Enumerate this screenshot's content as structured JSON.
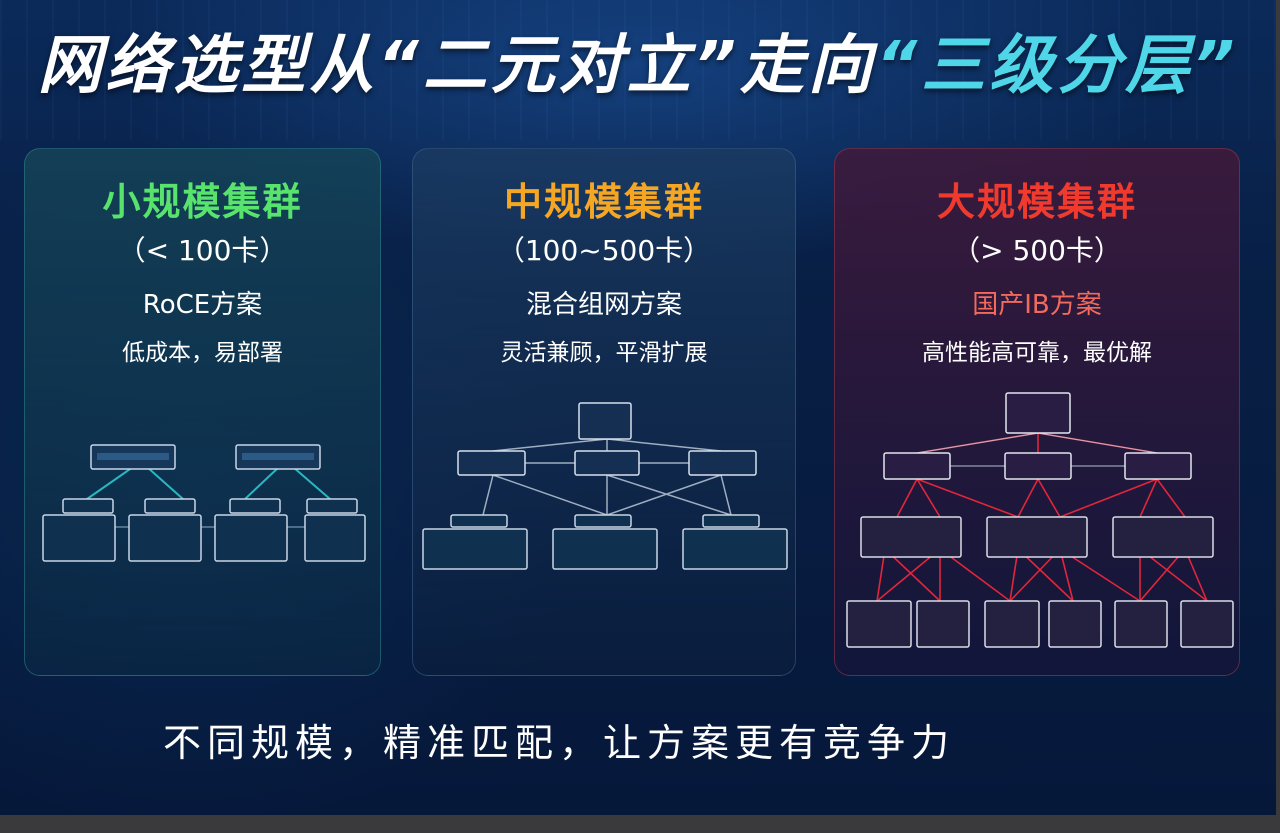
{
  "title": {
    "part1": "网络选型从“二元对立”走向",
    "part2": "“三级分层”"
  },
  "clusters": [
    {
      "name": "小规模集群",
      "range": "（< 100卡）",
      "solution": "RoCE方案",
      "desc": "低成本，易部署"
    },
    {
      "name": "中规模集群",
      "range": "（100~500卡）",
      "solution": "混合组网方案",
      "desc": "灵活兼顾，平滑扩展"
    },
    {
      "name": "大规模集群",
      "range": "（> 500卡）",
      "solution": "国产IB方案",
      "desc": "高性能高可靠，最优解"
    }
  ],
  "footer": "不同规模，精准匹配，让方案更有竞争力",
  "colors": {
    "small": "#57e36c",
    "medium": "#f5a623",
    "large": "#f03a2e",
    "highlight": "#4fd6e8"
  },
  "icons": [
    "network-switch-icon",
    "server-rack-icon"
  ]
}
